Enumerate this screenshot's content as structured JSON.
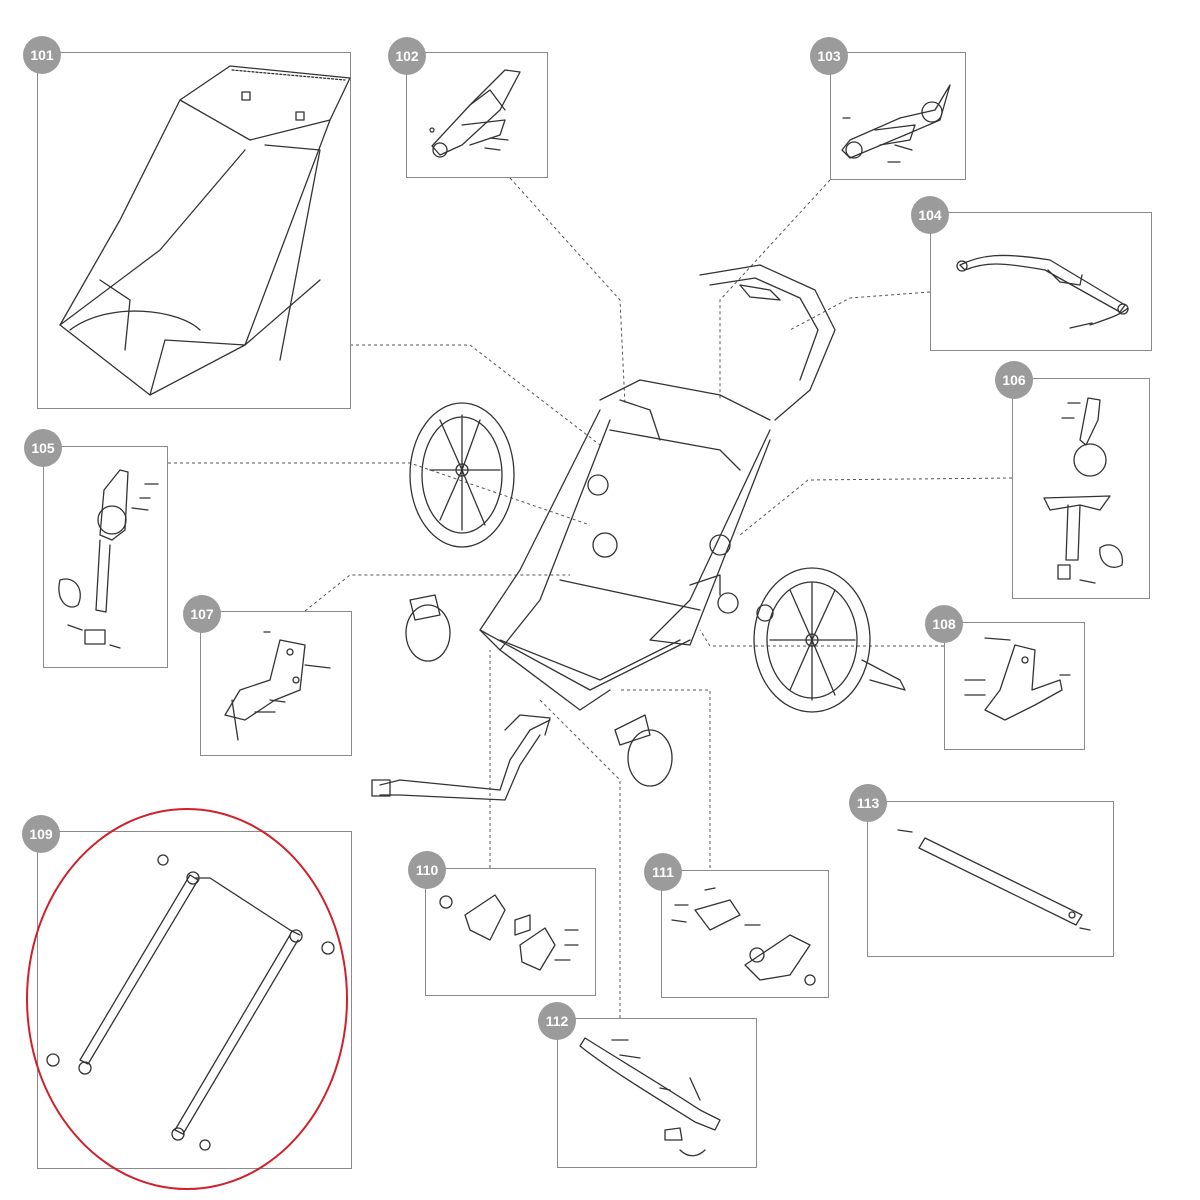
{
  "callouts": [
    {
      "id": "p101",
      "label": "101"
    },
    {
      "id": "p102",
      "label": "102"
    },
    {
      "id": "p103",
      "label": "103"
    },
    {
      "id": "p104",
      "label": "104"
    },
    {
      "id": "p105",
      "label": "105"
    },
    {
      "id": "p106",
      "label": "106"
    },
    {
      "id": "p107",
      "label": "107"
    },
    {
      "id": "p108",
      "label": "108"
    },
    {
      "id": "p109",
      "label": "109"
    },
    {
      "id": "p110",
      "label": "110"
    },
    {
      "id": "p111",
      "label": "111"
    },
    {
      "id": "p112",
      "label": "112"
    },
    {
      "id": "p113",
      "label": "113"
    }
  ],
  "highlight": {
    "target": "109",
    "color": "#d0202a"
  },
  "colors": {
    "line": "#333333",
    "badge": "#9b9b9b",
    "panel_border": "#8a8a8a"
  }
}
